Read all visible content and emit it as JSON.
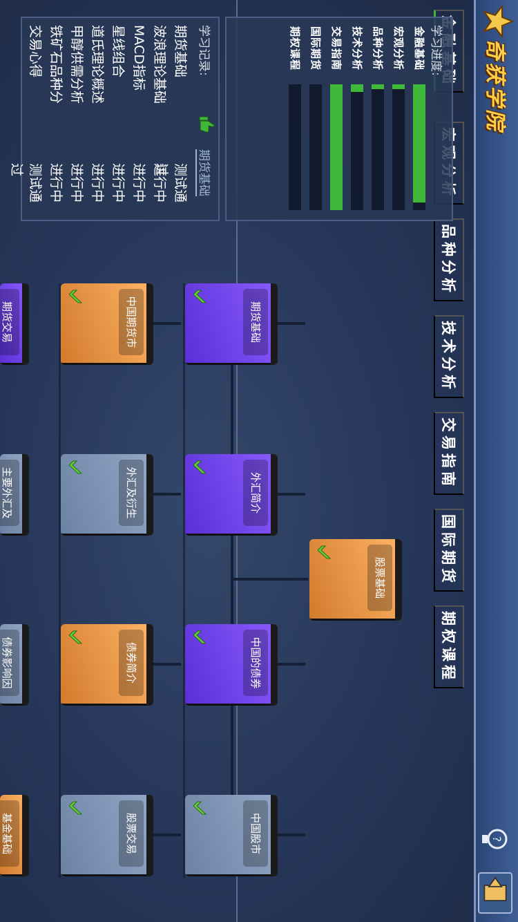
{
  "title": "奇获学院",
  "tabs": [
    "金融基础",
    "宏观分析",
    "品种分析",
    "技术分析",
    "交易指南",
    "国际期货",
    "期权课程"
  ],
  "progress": {
    "heading": "学习进度:",
    "items": [
      {
        "label": "金融基础",
        "fraction": 0.94
      },
      {
        "label": "宏观分析",
        "fraction": 0.04
      },
      {
        "label": "品种分析",
        "fraction": 0.04
      },
      {
        "label": "技术分析",
        "fraction": 0.06
      },
      {
        "label": "交易指南",
        "fraction": 1.0
      },
      {
        "label": "国际期货",
        "fraction": 0.0
      },
      {
        "label": "期权课程",
        "fraction": 0.0
      }
    ]
  },
  "records": {
    "heading": "学习记录:",
    "tab_label": "期货基础",
    "items": [
      {
        "title": "期货基础",
        "status": "测试通过"
      },
      {
        "title": "波浪理论基础",
        "status": "进行中"
      },
      {
        "title": "MACD指标",
        "status": "进行中"
      },
      {
        "title": "星线组合",
        "status": "进行中"
      },
      {
        "title": "道氏理论概述",
        "status": "进行中"
      },
      {
        "title": "甲醇供需分析",
        "status": "进行中"
      },
      {
        "title": "铁矿石品种分",
        "status": "进行中"
      },
      {
        "title": "交易心得",
        "status": "测试通过"
      }
    ]
  },
  "books": {
    "root": "股票基础",
    "row1": [
      "期货基础",
      "外汇简介",
      "中国的债券",
      "中国股市"
    ],
    "row2": [
      "中国期货市",
      "外汇及衍生",
      "债券简介",
      "股票交易"
    ],
    "row3": [
      "期货交易",
      "主要外汇及",
      "债券影响因",
      "基金基础"
    ]
  },
  "colors": {
    "accent": "#3fb83a",
    "title": "#ffcf4a",
    "purple": "#7a4cf0",
    "orange": "#f0a04f",
    "steel": "#8398b8"
  }
}
